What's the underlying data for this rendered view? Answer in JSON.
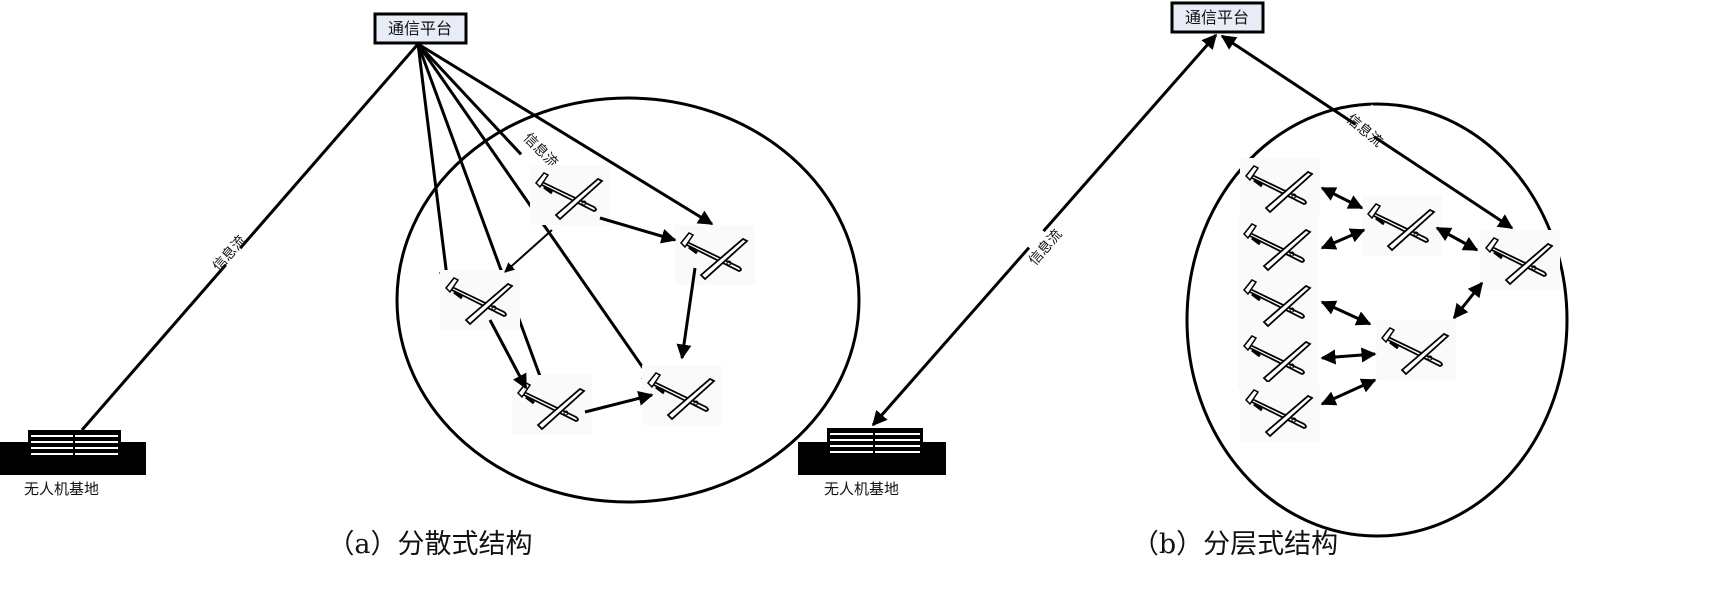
{
  "panel_a": {
    "hub_label": "通信平台",
    "flow_label_1": "信息流",
    "flow_label_2": "信息流",
    "base_label": "无人机基地",
    "caption": "（a）分散式结构"
  },
  "panel_b": {
    "hub_label": "通信平台",
    "flow_label_1": "信息流",
    "flow_label_2": "信息流",
    "base_label": "无人机基地",
    "caption": "（b）分层式结构"
  },
  "colors": {
    "hub_fill": "#e8ecf6",
    "line": "#000000"
  }
}
